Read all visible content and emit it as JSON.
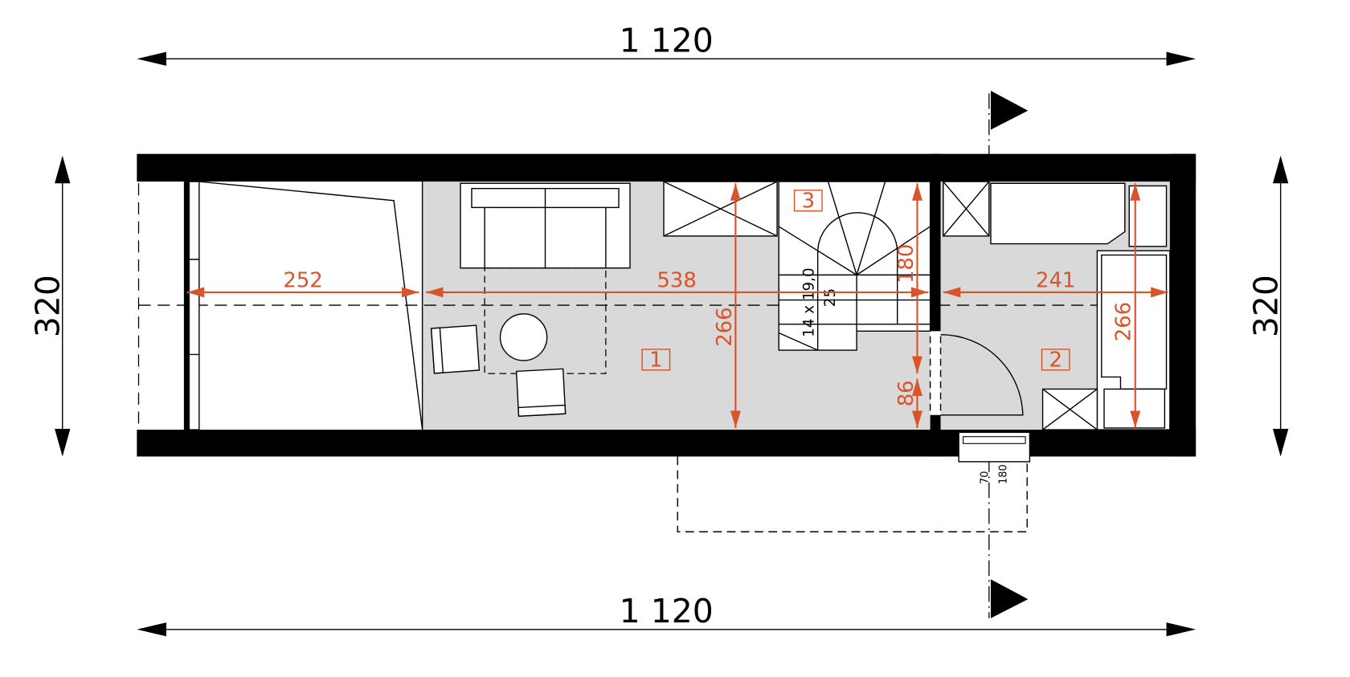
{
  "overall_dimensions": {
    "width_top": "1 120",
    "width_bottom": "1 120",
    "height_left": "320",
    "height_right": "320"
  },
  "interior_dimensions": {
    "terrace_width": "252",
    "living_width": "538",
    "room2_width": "241",
    "living_depth": "266",
    "room2_depth": "266",
    "stair_length": "180",
    "door_width": "86"
  },
  "rooms": {
    "room1": "1",
    "room2": "2",
    "room3": "3"
  },
  "stairs": {
    "steps": "14 x 19,0",
    "tread": "25"
  },
  "entrance": {
    "step_a": "70",
    "step_b": "180"
  },
  "colors": {
    "accent": "#d9532b",
    "floor": "#d9d9d9",
    "wall": "#000000"
  }
}
